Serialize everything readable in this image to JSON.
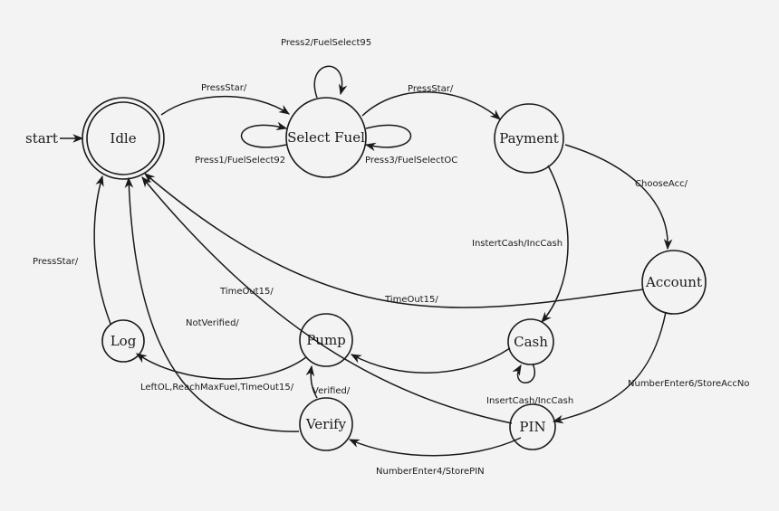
{
  "start_label": "start",
  "states": {
    "idle": "Idle",
    "select_fuel": "Select Fuel",
    "payment": "Payment",
    "account": "Account",
    "cash": "Cash",
    "pin": "PIN",
    "pump": "Pump",
    "verify": "Verify",
    "log": "Log"
  },
  "transitions": {
    "idle_to_select": "PressStar/",
    "select_loop_top": "Press2/FuelSelect95",
    "select_loop_left": "Press1/FuelSelect92",
    "select_loop_right": "Press3/FuelSelectOC",
    "select_to_payment": "PressStar/",
    "payment_to_account": "ChooseAcc/",
    "payment_to_cash": "InstertCash/IncCash",
    "account_to_idle": "TimeOut15/",
    "account_to_pin": "NumberEnter6/StoreAccNo",
    "cash_loop": "InsertCash/IncCash",
    "pin_to_idle": "TimeOut15/",
    "pin_to_verify": "NumberEnter4/StorePIN",
    "verify_to_pump": "Verified/",
    "verify_to_idle": "NotVerified/",
    "log_to_idle": "PressStar/",
    "pump_to_log": "LeftOL,ReachMaxFuel,TimeOut15/"
  }
}
